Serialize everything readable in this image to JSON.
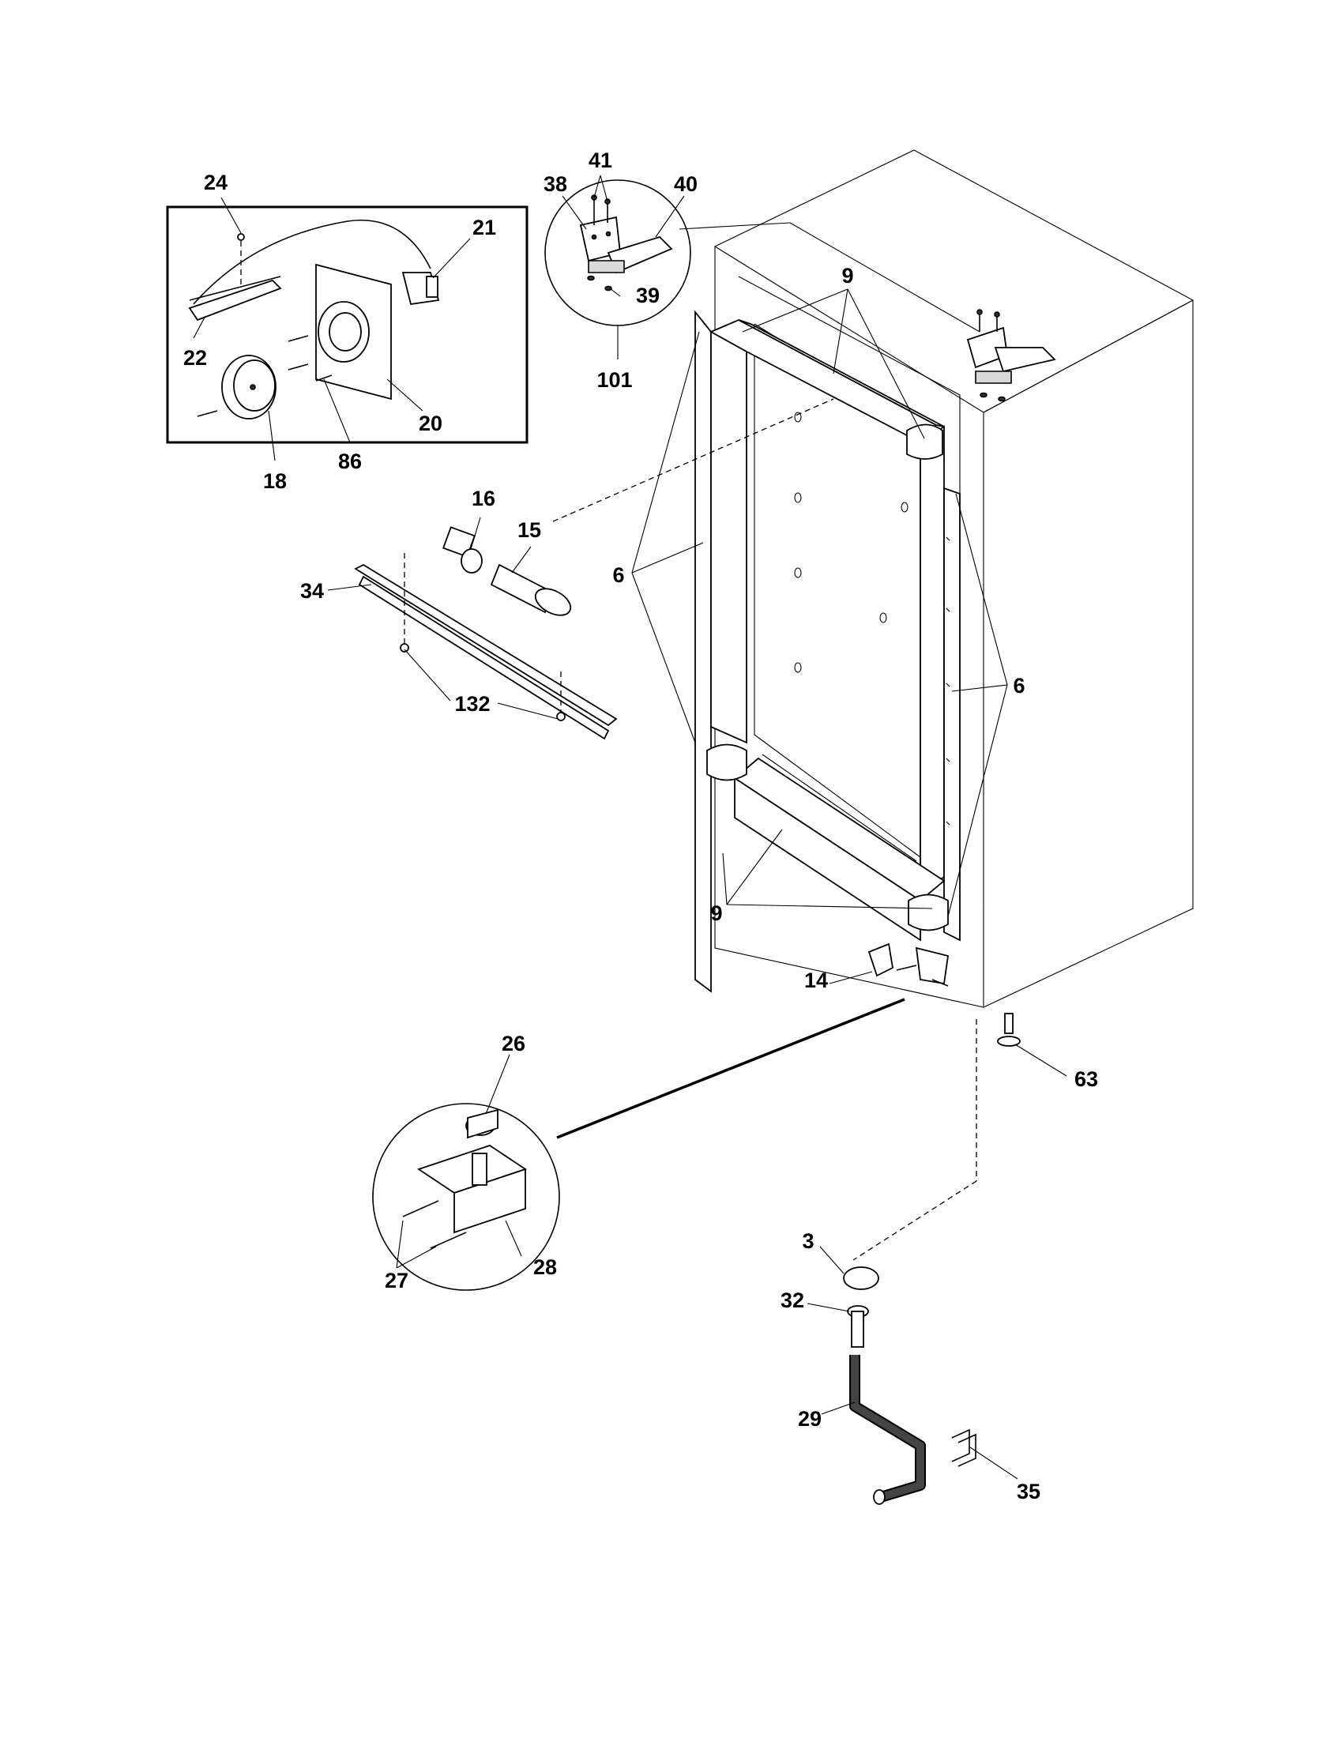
{
  "diagram": {
    "callouts": {
      "p3": "3",
      "p6a": "6",
      "p6b": "6",
      "p9a": "9",
      "p9b": "9",
      "p14": "14",
      "p15": "15",
      "p16": "16",
      "p18": "18",
      "p20": "20",
      "p21": "21",
      "p22": "22",
      "p24": "24",
      "p26": "26",
      "p27": "27",
      "p28": "28",
      "p29": "29",
      "p32": "32",
      "p34": "34",
      "p35": "35",
      "p38": "38",
      "p39": "39",
      "p40": "40",
      "p41": "41",
      "p63": "63",
      "p86": "86",
      "p101": "101",
      "p132": "132"
    }
  }
}
